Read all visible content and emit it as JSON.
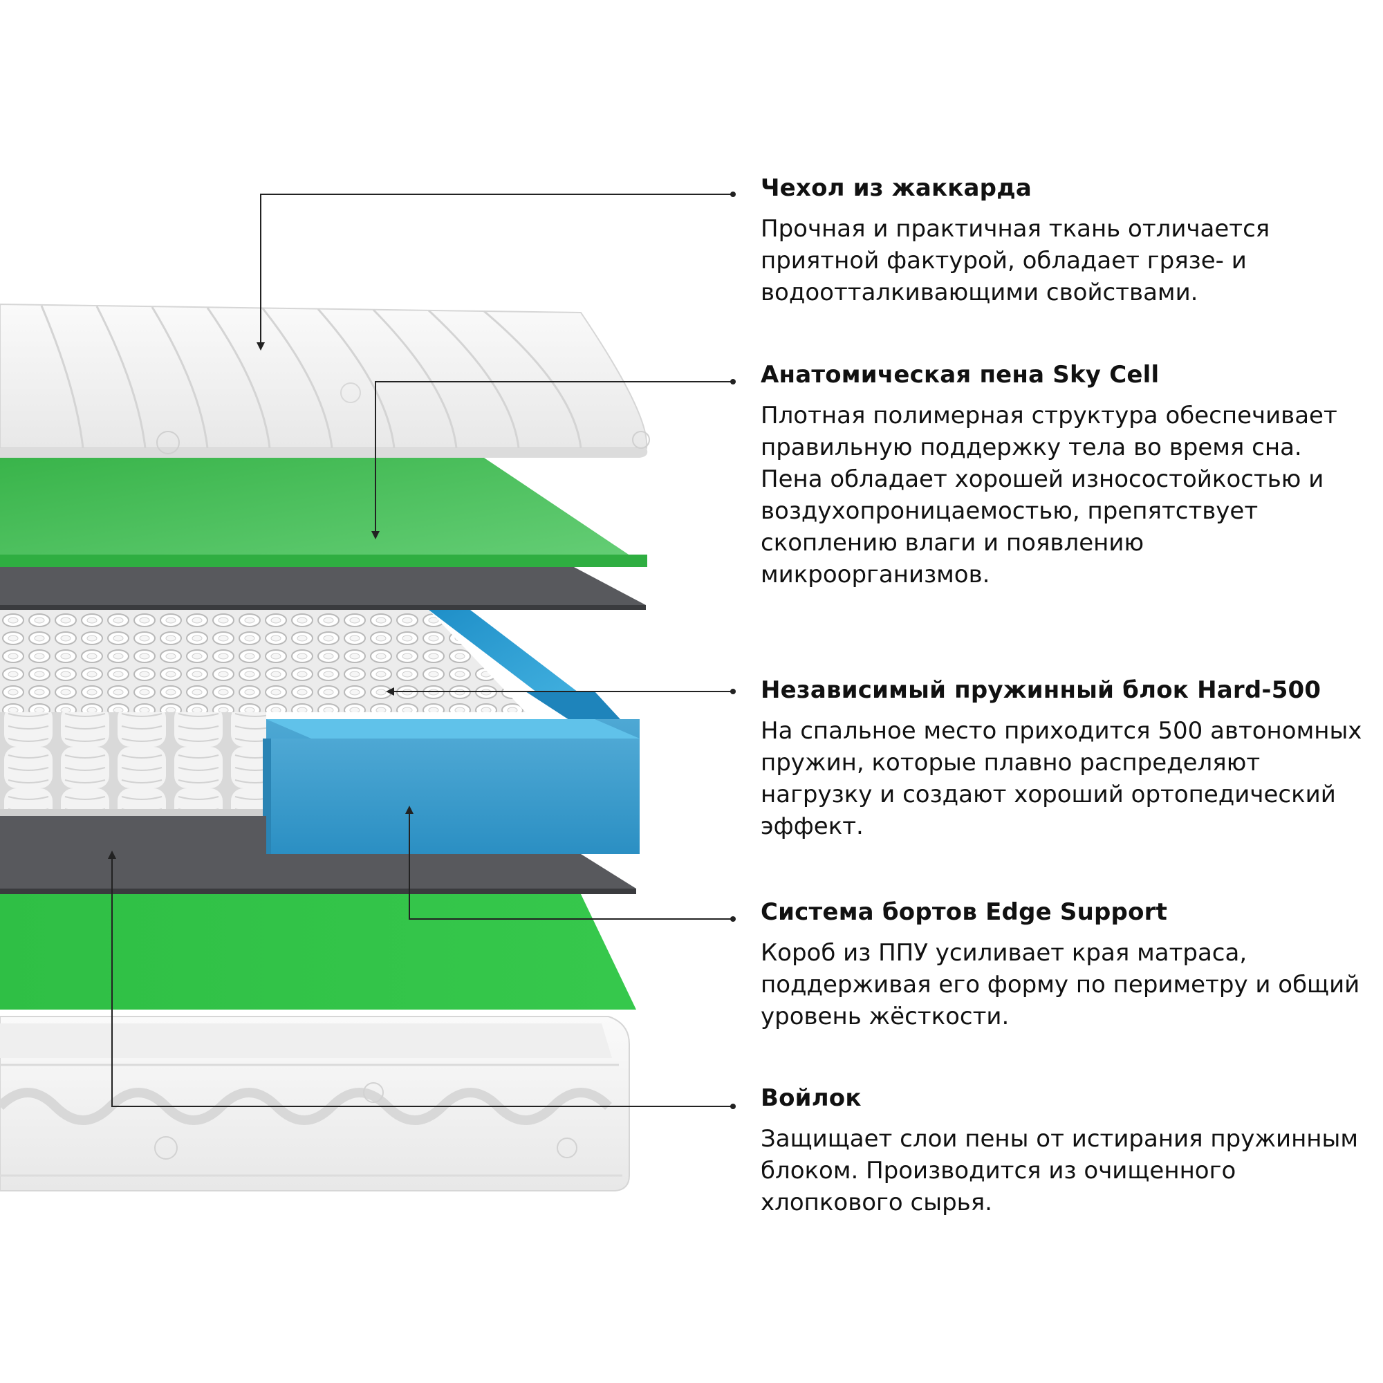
{
  "colors": {
    "cover": "#f2f2f2",
    "foam_green": "#3cc14e",
    "felt": "#55585c",
    "edge_blue": "#3aa6d8",
    "leader": "#222222"
  },
  "features": [
    {
      "title": "Чехол из жаккарда",
      "description": "Прочная и практичная ткань отличается приятной фактурой, обладает грязе- и водоотталкивающими свойствами."
    },
    {
      "title": "Анатомическая пена Sky Cell",
      "description": "Плотная полимерная структура обеспечивает правильную поддержку тела во время сна. Пена обладает хорошей износостойкостью и воздухопроницаемостью, препятствует скоплению влаги и появлению микроорганизмов."
    },
    {
      "title": "Независимый пружинный блок Hard-500",
      "description": "На спальное место приходится 500 автономных пружин, которые плавно распределяют нагрузку и создают хороший ортопедический эффект."
    },
    {
      "title": "Система бортов Edge Support",
      "description": "Короб из ППУ усиливает края матраса, поддерживая его форму по периметру и общий уровень жёсткости."
    },
    {
      "title": "Войлок",
      "description": "Защищает слои пены от истирания пружинным блоком. Производится из очищенного хлопкового сырья."
    }
  ]
}
